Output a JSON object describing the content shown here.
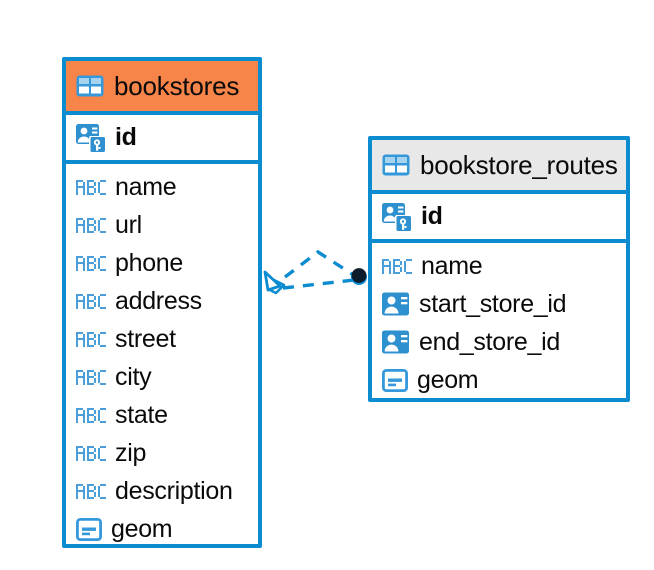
{
  "diagram": {
    "title": "bookstores / bookstore_routes entity relationship diagram",
    "colors": {
      "border_blue": "#0c8cd0",
      "header_orange": "#f78449",
      "header_gray": "#e8e8e8",
      "icon_blue": "#3498db",
      "abc_blue": "#4a9fd8",
      "connector_blue": "#0c8cd0",
      "endpoint_dark": "#0d1b2a",
      "text_black": "#0a0a0a"
    },
    "entities": [
      {
        "id": "bookstores",
        "name": "bookstores",
        "header_icon": "table-icon",
        "header_style": "accent-orange",
        "primary_key": {
          "name": "id",
          "icon": "primary-key-icon"
        },
        "fields": [
          {
            "name": "name",
            "icon": "abc-text-icon"
          },
          {
            "name": "url",
            "icon": "abc-text-icon"
          },
          {
            "name": "phone",
            "icon": "abc-text-icon"
          },
          {
            "name": "address",
            "icon": "abc-text-icon"
          },
          {
            "name": "street",
            "icon": "abc-text-icon"
          },
          {
            "name": "city",
            "icon": "abc-text-icon"
          },
          {
            "name": "state",
            "icon": "abc-text-icon"
          },
          {
            "name": "zip",
            "icon": "abc-text-icon"
          },
          {
            "name": "description",
            "icon": "abc-text-icon"
          },
          {
            "name": "geom",
            "icon": "geometry-icon"
          }
        ]
      },
      {
        "id": "bookstore_routes",
        "name": "bookstore_routes",
        "header_icon": "table-icon",
        "header_style": "accent-gray",
        "primary_key": {
          "name": "id",
          "icon": "primary-key-icon"
        },
        "fields": [
          {
            "name": "name",
            "icon": "abc-text-icon"
          },
          {
            "name": "start_store_id",
            "icon": "foreign-key-icon"
          },
          {
            "name": "end_store_id",
            "icon": "foreign-key-icon"
          },
          {
            "name": "geom",
            "icon": "geometry-icon"
          }
        ]
      }
    ],
    "relationship": {
      "source_entity": "bookstores",
      "target_entity": "bookstore_routes",
      "source_marker": "diamond-marker",
      "target_marker": "filled-circle-marker",
      "line_style": "dashed",
      "branch_count": 2
    }
  }
}
